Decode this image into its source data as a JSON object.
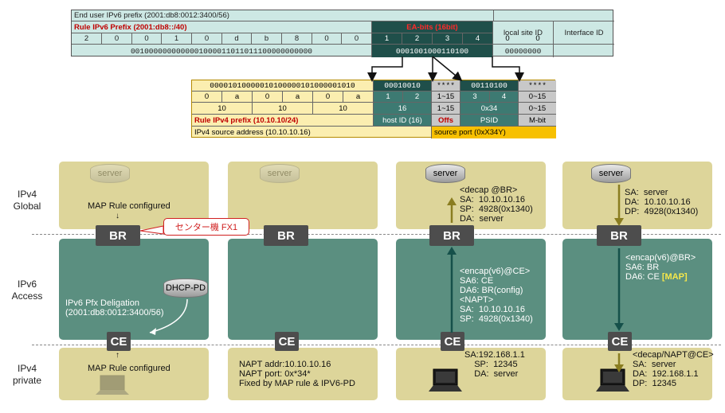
{
  "table1": {
    "end_user_prefix": "End user IPv6 prefix (2001:db8:0012:3400/56)",
    "rule_prefix": "Rule IPv6 Prefix (2001:db8::/40)",
    "ea_bits": "EA-bits (16bit)",
    "local_site_id": "local site ID",
    "interface_id": "Interface ID",
    "hex": [
      "2",
      "0",
      "0",
      "1",
      "0",
      "d",
      "b",
      "8",
      "0",
      "0"
    ],
    "ea_nibbles": [
      "1",
      "2",
      "3",
      "4"
    ],
    "local_hex": [
      "0",
      "0"
    ],
    "bits_rule": "0010000000000001000011011011100000000000",
    "bits_ea": "0001001000110100",
    "bits_local": "00000000"
  },
  "table2": {
    "bits_left": "00001010000010100000101000001010",
    "bits_mid": "00010010",
    "bits_star1": "****",
    "bits_psid": "00110100",
    "bits_star2": "****",
    "row2": [
      "0",
      "a",
      "0",
      "a",
      "0",
      "a",
      "1",
      "2",
      "1~15",
      "3",
      "4",
      "0~15"
    ],
    "row3": [
      "10",
      "10",
      "10",
      "16",
      "1~15",
      "0x34",
      "0~15"
    ],
    "rule_prefix": "Rule IPv4 prefix (10.10.10/24)",
    "host_id": "host ID (16)",
    "offs": "Offs",
    "psid": "PSID",
    "mbit": "M-bit",
    "src_addr": "IPv4 source address (10.10.10.16)",
    "src_port": "source port (0xX34Y)"
  },
  "rows": {
    "ipv4_global": "IPv4\nGlobal",
    "ipv6_access": "IPv6\nAccess",
    "ipv4_private": "IPv4\nprivate"
  },
  "labels": {
    "server": "server",
    "br": "BR",
    "ce": "CE",
    "dhcp_pd": "DHCP-PD",
    "callout": "センター機  FX1"
  },
  "col1": {
    "map_rule_top": "MAP Rule configured",
    "pfx_deleg": "IPv6 Pfx Deligation\n(2001:db8:0012:3400/56)",
    "map_rule_bottom": "MAP Rule configured"
  },
  "col2": {
    "napt": "NAPT addr:10.10.10.16\nNAPT port: 0x*34*\nFixed by MAP rule & IPV6-PD"
  },
  "col3": {
    "global": "<decap @BR>\nSA:  10.10.10.16\nSP:  4928(0x1340)\nDA:  server",
    "access": "<encap(v6)@CE>\nSA6: CE\nDA6: BR(config)\n<NAPT>\nSA:  10.10.10.16\nSP:  4928(0x1340)",
    "private": "SA:192.168.1.1\n    SP:  12345\n    DA:  server"
  },
  "col4": {
    "global": "SA:  server\nDA:  10.10.10.16\nDP:  4928(0x1340)",
    "access_1": "<encap(v6)@BR>\nSA6: BR\nDA6: CE ",
    "access_map": "[MAP]",
    "private": "<decap/NAPT@CE>\nSA:  server\nDA:  192.168.1.1\nDP:  12345"
  }
}
